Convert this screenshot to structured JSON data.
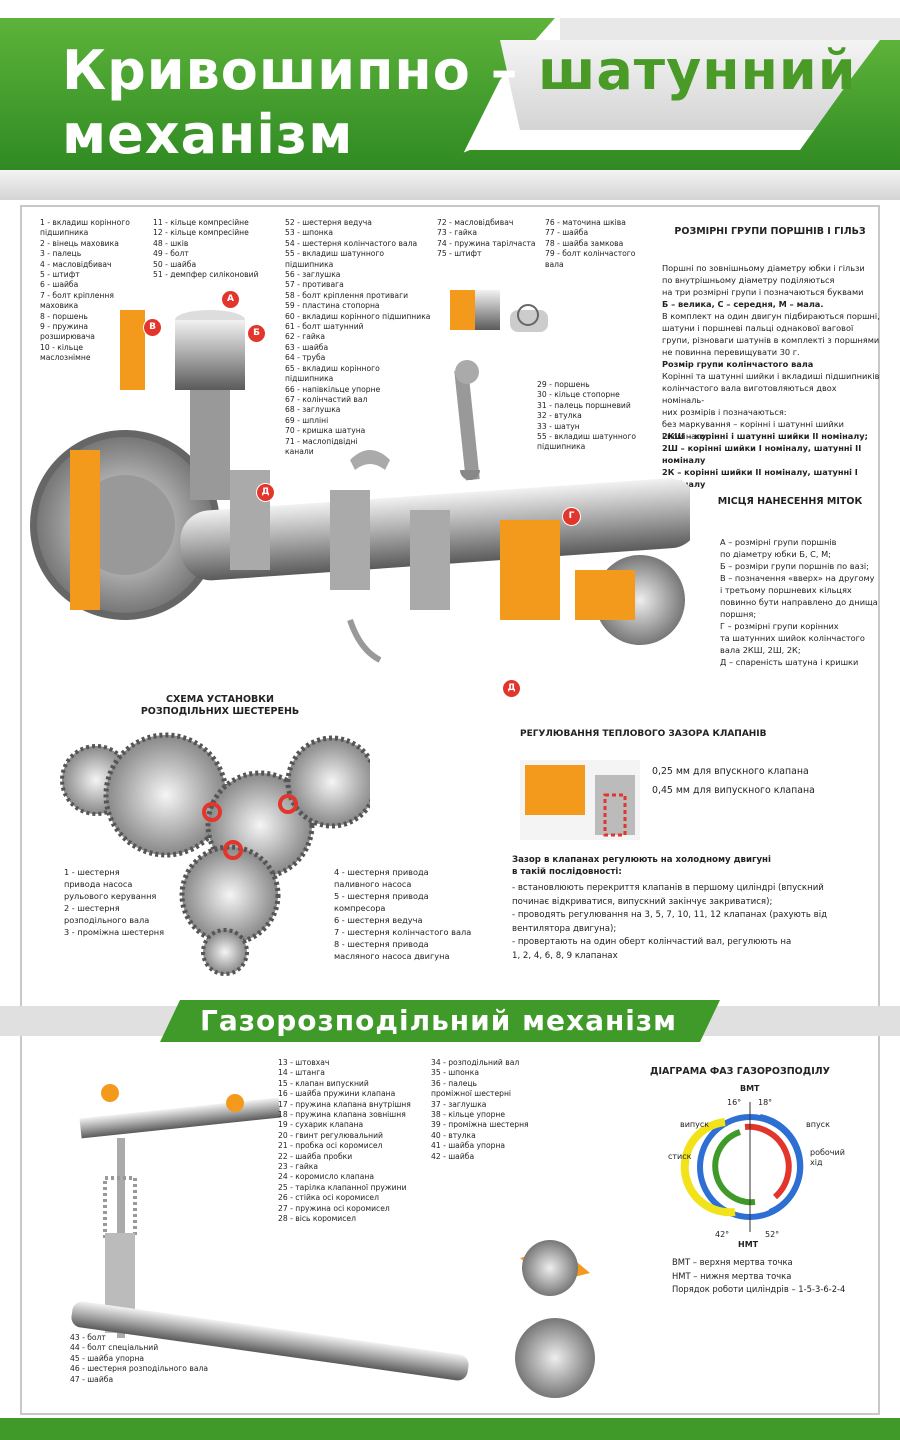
{
  "header": {
    "title_part1": "Кривошипно –",
    "title_part2": "шатунний",
    "title_part3": "механізм"
  },
  "legend_cols": [
    "1 - вкладиш корінного\nпідшипника\n2 - вінець маховика\n3 - палець\n4 - масловідбивач\n5 - штифт\n6 - шайба\n7 - болт кріплення\nмаховика\n8 - поршень\n9 - пружина\nрозширювача\n10 - кільце\nмаслознімне",
    "11 - кільце компресійне\n12 - кільце компресійне\n48 - шків\n49 - болт\n50 - шайба\n51 - демпфер силіконовий",
    "52 - шестерня ведуча\n53 - шпонка\n54 - шестерня колінчастого вала\n55 - вкладиш шатунного підшипника\n56 - заглушка\n57 - противага\n58 - болт кріплення противаги\n59 - пластина стопорна\n60 - вкладиш корінного підшипника\n61 - болт шатунний\n62 - гайка\n63 - шайба\n64 - труба\n65 - вкладиш корінного\nпідшипника\n66 - напівкільце упорне\n67 - колінчастий вал\n68 - заглушка\n69 - шпліні\n70 - кришка шатуна\n71 - маслопідвідні\nканали",
    "72 - масловідбивач\n73 - гайка\n74 - пружина тарілчаста\n75 - штифт",
    "76 - маточина шківа\n77 - шайба\n78 - шайба замкова\n79 - болт колінчастого\nвала"
  ],
  "piston_legend": "29 - поршень\n30 - кільце стопорне\n31 - палець поршневий\n32 - втулка\n33 - шатун\n55 - вкладиш шатунного\nпідшипника",
  "size_groups": {
    "heading": "Розмірні групи\nпоршнів і гільз",
    "text1": "Поршні по зовнішньому діаметру юбки і гільзи\nпо внутрішньому діаметру поділяються\nна три розмірні групи і позначаються буквами",
    "text2": "Б – велика, С – середня,  М – мала.",
    "text3": "В комплект на один двигун підбираються поршні,\nшатуни і поршневі пальці  однакової вагової\nгрупи, різноваги шатунів в комплекті з поршнями\nне повинна перевищувати 30 г.",
    "text4": "Розмір групи колінчастого вала",
    "text5": "Корінні та шатунні шийки і вкладиші підшипників\nколінчастого вала виготовляються двох номіналь-\nних розмірів і позначаються:\nбез маркування – корінні і шатунні шийки\nІ номіналу;",
    "text6": "2КШ – корінні і шатунні шийки ІІ номіналу;\n2Ш – корінні шийки І номіналу, шатунні ІІ номіналу\n2К – корінні шийки ІІ номіналу, шатунні І номіналу"
  },
  "marks": {
    "heading": "Місця\nнанесення міток",
    "text": "А – розмірні групи поршнів\nпо діаметру юбки Б, С, М;\nБ – розміри групи поршнів по вазі;\nВ – позначення «вверх» на другому\nі третьому поршневих кільцях\nповинно бути направлено до днища\nпоршня;\nГ – розмірні групи корінних\nта шатунних шийок колінчастого\nвала 2КШ, 2Ш, 2К;\nД – спареність шатуна і кришки"
  },
  "gear_scheme": {
    "heading": "Схема установки\nрозподільних шестерень",
    "left": "1 - шестерня\nпривода насоса\nрульового керування\n2 - шестерня\nрозподільного вала\n3 - проміжна шестерня",
    "right": "4 - шестерня привода\nпаливного насоса\n5 - шестерня привода\nкомпресора\n6 - шестерня ведуча\n7 - шестерня колінчастого вала\n8 - шестерня привода\nмасляного насоса двигуна"
  },
  "valve_gap": {
    "heading": "Регулювання теплового зазора клапанів",
    "intake": "0,25 мм для впускного клапана",
    "exhaust": "0,45 мм для випускного клапана",
    "text_bold": "Зазор в клапанах регулюють на холодному двигуні\nв такій послідовності:",
    "text": "- встановлюють перекриття клапанів в першому циліндрі (впускний\nпочинає відкриватися, випускний закінчує закриватися);\n- проводять регулювання на 3, 5, 7, 10, 11, 12 клапанах (рахують від\nвентилятора двигуна);\n- провертають на один оберт колінчастий вал, регулюють на\n1, 2, 4, 6, 8, 9 клапанах"
  },
  "gas": {
    "title": "Газорозподільний механізм",
    "legend1": "13 - штовхач\n14 - штанга\n15 - клапан випускний\n16 - шайба пружини клапана\n17 - пружина клапана внутрішня\n18 - пружина клапана зовнішня\n19 - сухарик клапана\n20 - гвинт регулювальний\n21 - пробка осі коромисел\n22 - шайба пробки\n23 - гайка\n24 - коромисло клапана\n25 - тарілка клапанної пружини\n26 - стійка осі коромисел\n27 - пружина осі коромисел\n28 - вісь коромисел",
    "legend2": "34 - розподільний вал\n35 - шпонка\n36 - палець\nпроміжної шестерні\n37 - заглушка\n38 - кільце упорне\n39 - проміжна шестерня\n40 - втулка\n41 - шайба упорна\n42 - шайба",
    "legend3": "43 - болт\n44 - болт спеціальний\n45 - шайба упорна\n46 - шестерня розподільного вала\n47 - шайба",
    "diagram_title": "Діаграма фаз газорозподілу",
    "vmt": "ВМТ",
    "nmt": "НМТ",
    "a16": "16°",
    "a18": "18°",
    "a42": "42°",
    "a52": "52°",
    "inlet": "впуск",
    "exhaust": "випуск",
    "compress": "стиск",
    "work": "робочий\nхід",
    "note": "ВМТ – верхня мертва точка\nНМТ – нижня мертва точка\nПорядок роботи циліндрів – 1-5-3-6-2-4"
  },
  "circles": [
    "А",
    "Б",
    "В",
    "Г",
    "Д",
    "Д"
  ],
  "colors": {
    "green": "#3f9a2a",
    "orange": "#f39a1c",
    "red": "#e2362c"
  }
}
